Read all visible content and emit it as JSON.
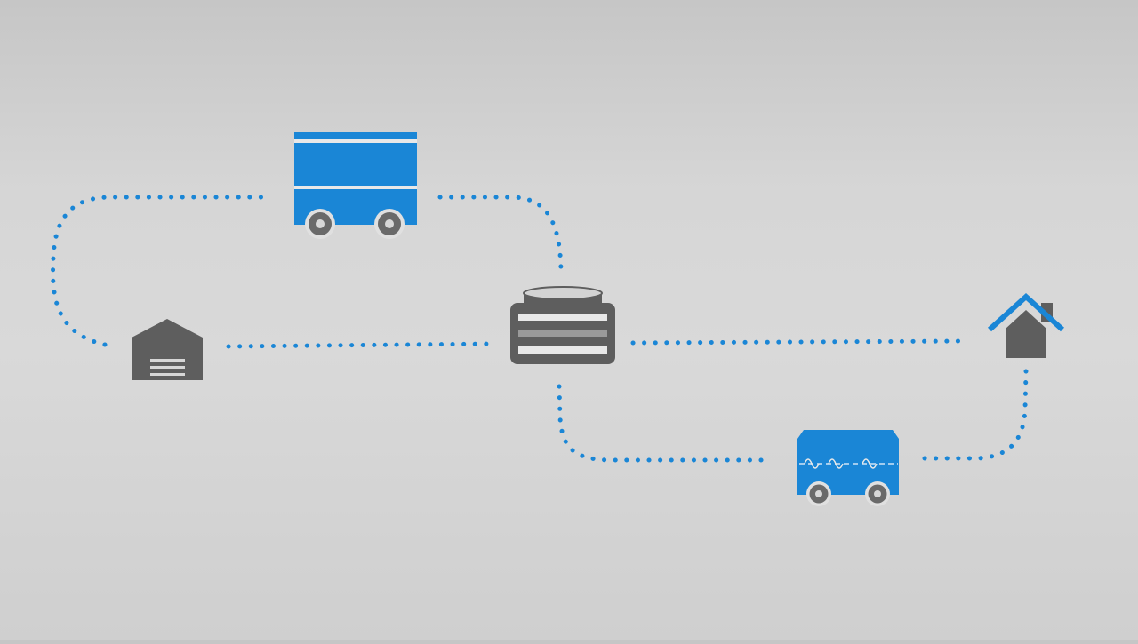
{
  "colors": {
    "background_top": "#c6c6c6",
    "background_bottom": "#d9d9d9",
    "route_blue": "#1a86d6",
    "truck_blue": "#1a86d6",
    "icon_gray": "#5e5e5e",
    "wheel_gray": "#6a6a6a",
    "stripe_light": "#e8e8e8"
  },
  "diagram": {
    "type": "supply-chain-route",
    "nodes": [
      {
        "id": "warehouse",
        "icon": "warehouse-icon"
      },
      {
        "id": "large-truck",
        "icon": "delivery-truck-icon"
      },
      {
        "id": "distribution-hub",
        "icon": "distribution-hub-icon"
      },
      {
        "id": "small-van",
        "icon": "delivery-van-icon"
      },
      {
        "id": "home",
        "icon": "home-icon"
      }
    ],
    "edges": [
      {
        "from": "warehouse",
        "to": "large-truck",
        "style": "dotted"
      },
      {
        "from": "large-truck",
        "to": "distribution-hub",
        "style": "dotted"
      },
      {
        "from": "warehouse",
        "to": "distribution-hub",
        "style": "dotted"
      },
      {
        "from": "distribution-hub",
        "to": "home",
        "style": "dotted"
      },
      {
        "from": "distribution-hub",
        "to": "small-van",
        "style": "dotted"
      },
      {
        "from": "small-van",
        "to": "home",
        "style": "dotted"
      }
    ]
  }
}
